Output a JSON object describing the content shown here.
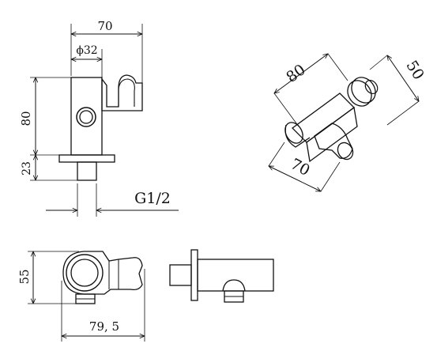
{
  "diagram": {
    "front_view": {
      "width_label": "70",
      "diameter_label": "ϕ32",
      "height_label": "80",
      "base_label": "23",
      "thread_label": "G1/2"
    },
    "iso_view": {
      "length_label": "80",
      "depth_label": "50",
      "width_label": "70"
    },
    "bottom_view": {
      "height_label": "55",
      "width_label": "79, 5"
    }
  }
}
